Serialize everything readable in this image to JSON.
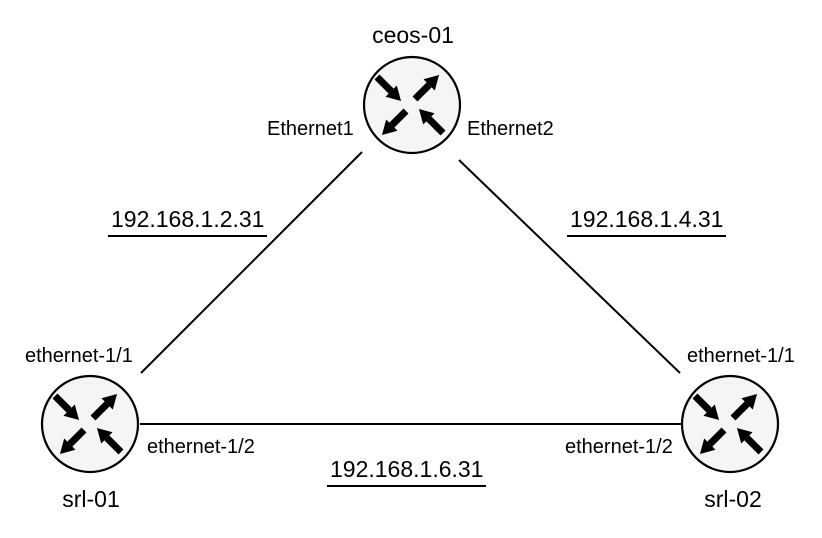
{
  "diagram": {
    "type": "network-topology",
    "colors": {
      "background": "#ffffff",
      "link": "#000000",
      "node_fill": "#f5f5f5",
      "node_stroke": "#000000",
      "text": "#000000"
    },
    "nodes": [
      {
        "id": "ceos-01",
        "label": "ceos-01",
        "icon": "router-icon"
      },
      {
        "id": "srl-01",
        "label": "srl-01",
        "icon": "router-icon"
      },
      {
        "id": "srl-02",
        "label": "srl-02",
        "icon": "router-icon"
      }
    ],
    "links": [
      {
        "ip_label": "192.168.1.2.31",
        "endpoints": [
          {
            "node": "ceos-01",
            "interface": "Ethernet1"
          },
          {
            "node": "srl-01",
            "interface": "ethernet-1/1"
          }
        ]
      },
      {
        "ip_label": "192.168.1.4.31",
        "endpoints": [
          {
            "node": "ceos-01",
            "interface": "Ethernet2"
          },
          {
            "node": "srl-02",
            "interface": "ethernet-1/1"
          }
        ]
      },
      {
        "ip_label": "192.168.1.6.31",
        "endpoints": [
          {
            "node": "srl-01",
            "interface": "ethernet-1/2"
          },
          {
            "node": "srl-02",
            "interface": "ethernet-1/2"
          }
        ]
      }
    ]
  }
}
